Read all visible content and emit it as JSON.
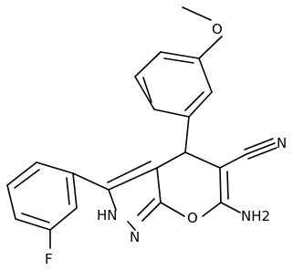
{
  "structure": {
    "atoms": {
      "methoxy_o": "O",
      "nitrile_n": "N",
      "amino": "NH2",
      "ring_o": "O",
      "pyrazole_n": "N",
      "pyrazole_nh": "HN",
      "fluoro": "F"
    }
  }
}
